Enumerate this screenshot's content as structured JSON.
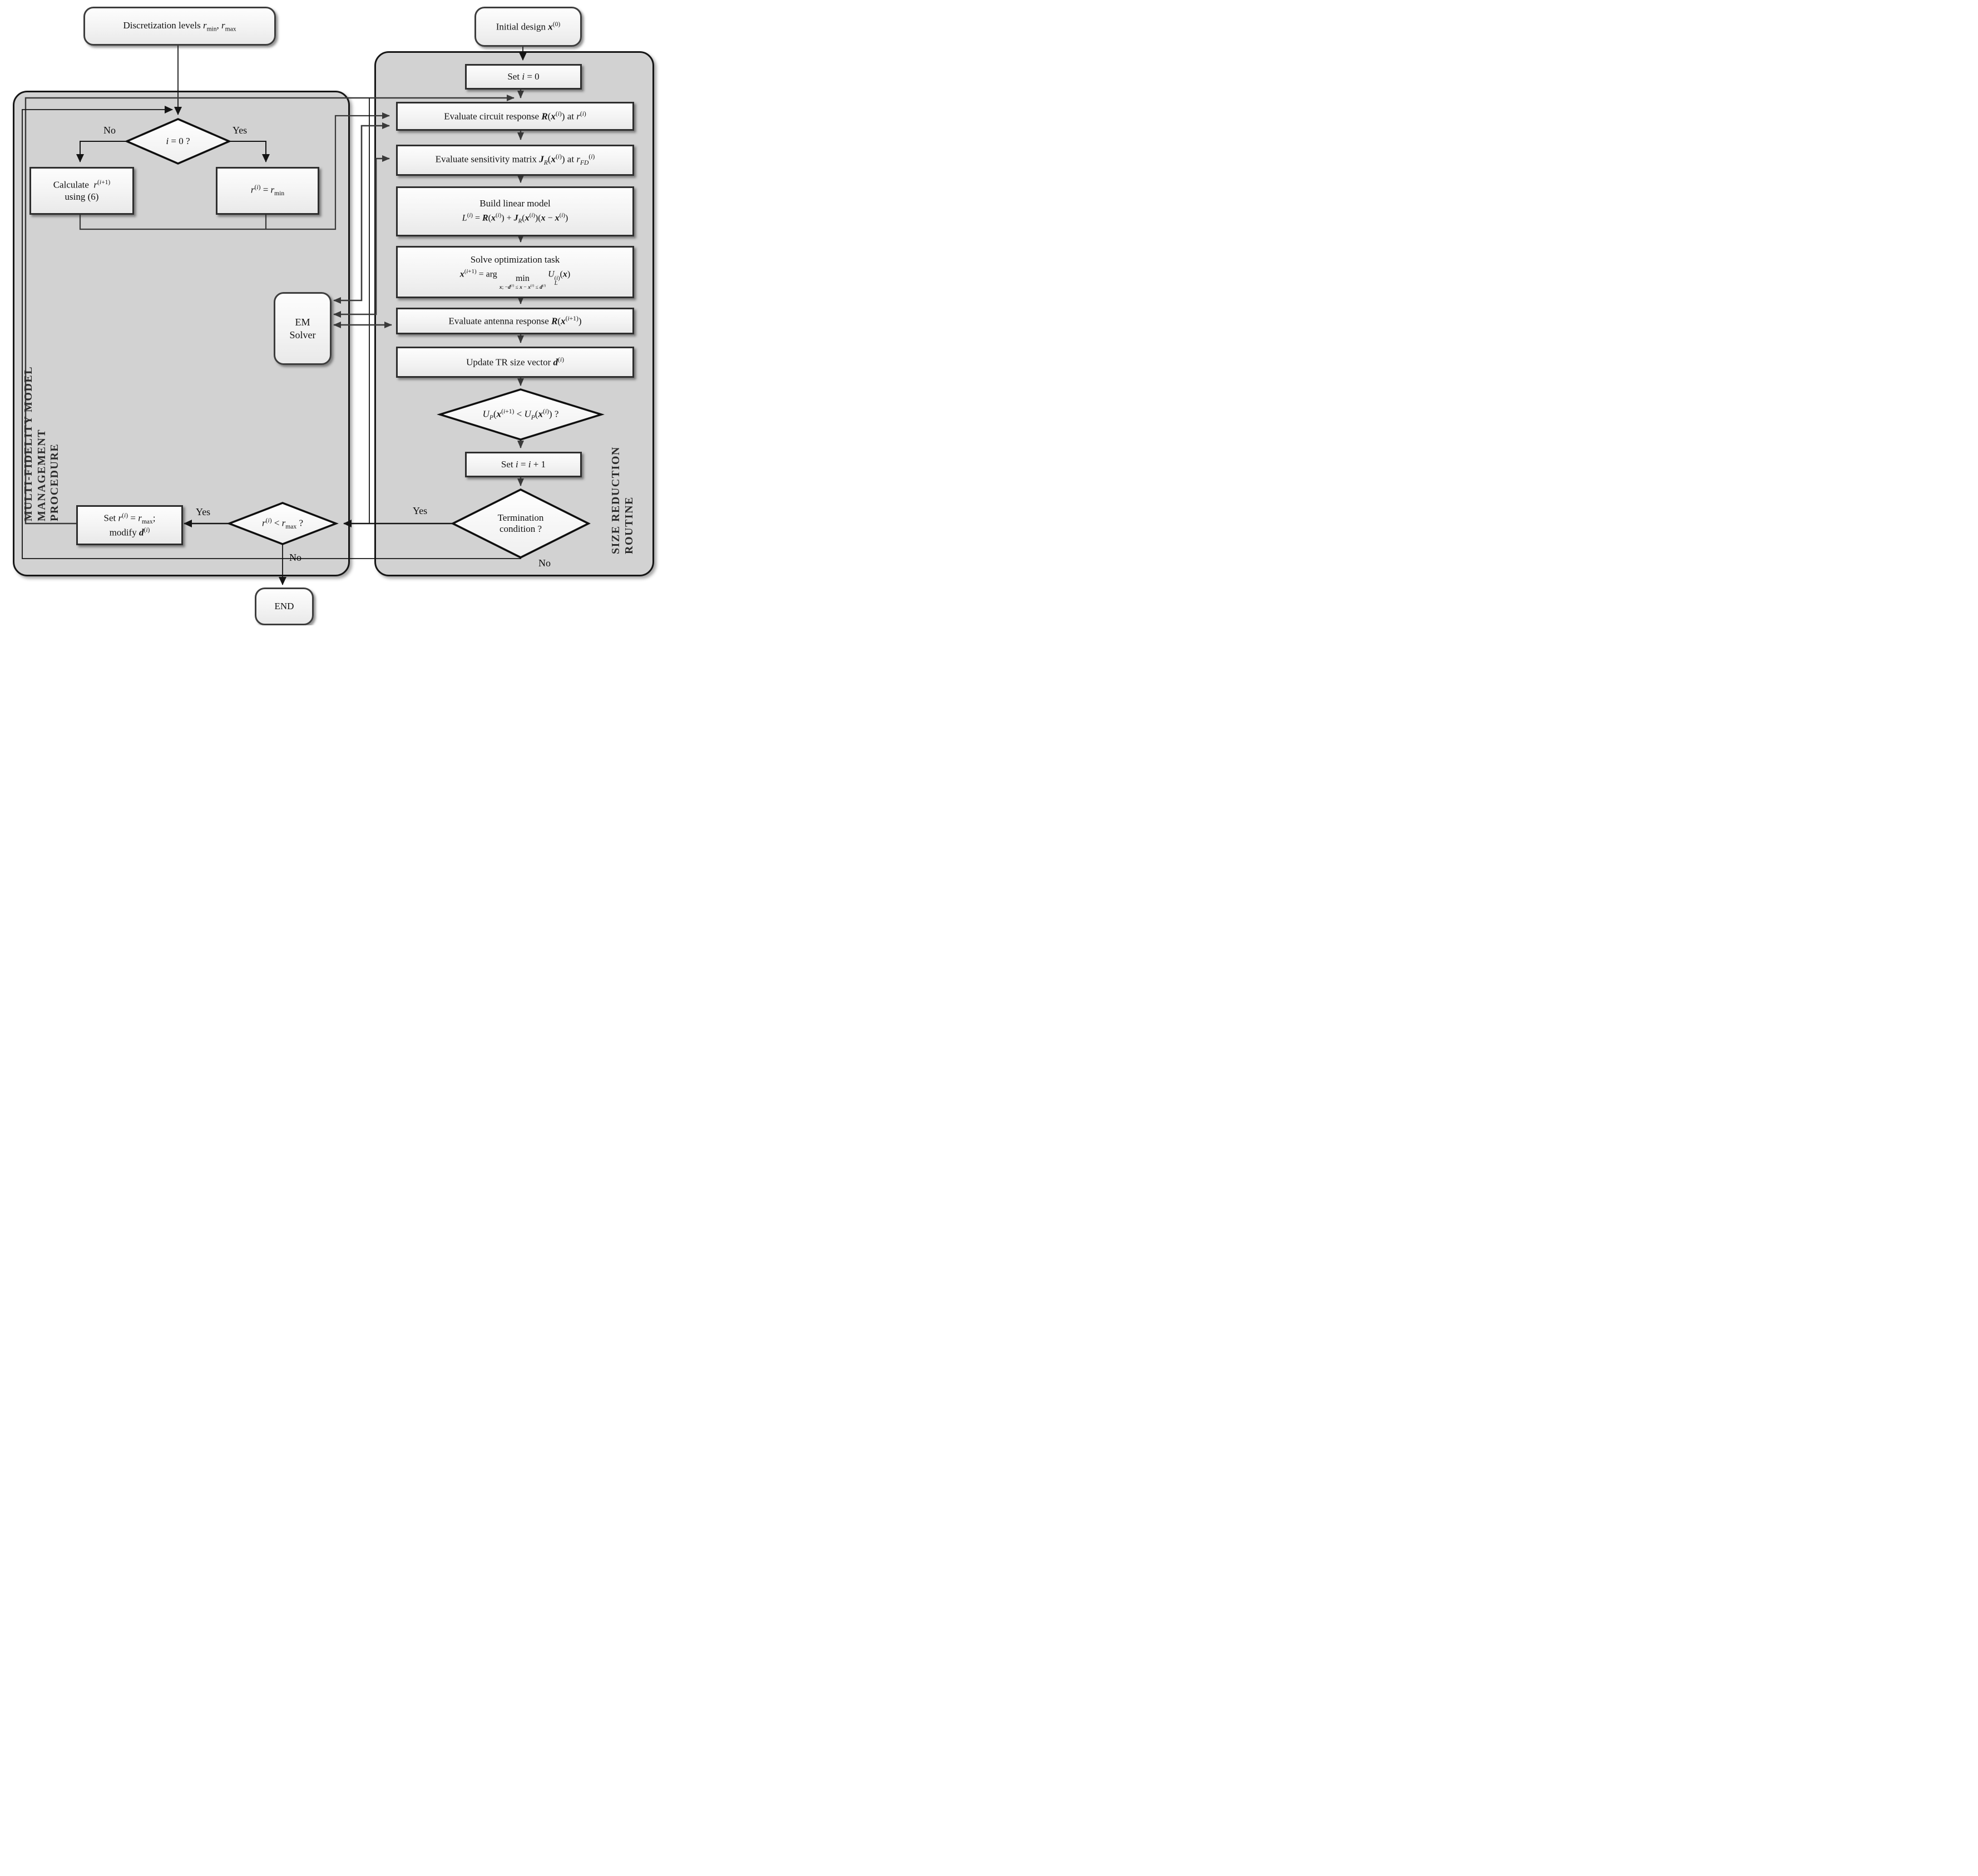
{
  "panels": {
    "left_title_line1": "MULTI-FIDELITY MODEL",
    "left_title_line2": "MANAGEMENT",
    "left_title_line3": "PROCEDURE",
    "right_title_line1": "SIZE REDUCTION",
    "right_title_line2": "ROUTINE"
  },
  "nodes": {
    "discretization": {
      "html": "Discretization levels <i>r</i><sub>min</sub>, <i>r</i><sub>max</sub>"
    },
    "initial_design": {
      "html": "Initial design <b><i>x</i></b><sup>(0)</sup>"
    },
    "set_i_zero": {
      "html": "Set <i>i</i> = 0"
    },
    "eval_circuit": {
      "html": "Evaluate circuit response <b><i>R</i></b>(<b><i>x</i></b><sup>(<i>i</i>)</sup>) at <i>r</i><sup>(<i>i</i>)</sup>"
    },
    "eval_sensitivity": {
      "html": "Evaluate sensitivity matrix <b><i>J</i></b><sub><i>R</i></sub>(<b><i>x</i></b><sup>(<i>i</i>)</sup>) at <i>r</i><sub><i>FD</i></sub><sup>(<i>i</i>)</sup>"
    },
    "build_model_title": {
      "html": "Build linear model"
    },
    "build_model_formula": {
      "html": "<i>L</i><sup>(<i>i</i>)</sup> = <b><i>R</i></b>(<b><i>x</i></b><sup>(<i>i</i>)</sup>) + <b><i>J</i></b><sub><i>R</i></sub>(<b><i>x</i></b><sup>(<i>i</i>)</sup>)(<b><i>x</i></b> − <b><i>x</i></b><sup>(<i>i</i>)</sup>)"
    },
    "solve_title": {
      "html": "Solve optimization task"
    },
    "solve_formula": {
      "html": "<b><i>x</i></b><sup>(<i>i</i>+1)</sup> = arg <span class='minstack'><span>min</span><span class='mins'><b><i>x</i></b>; −<b><i>d</i></b><sup>(<i>i</i>)</sup> ≤ <b><i>x</i></b> − <b><i>x</i></b><sup>(<i>i</i>)</sup> ≤ <b><i>d</i></b><sup>(<i>i</i>)</sup></span></span> <i>U</i><span class='supsub'><sup>(<i>i</i>)</sup><sub><i>L</i></sub></span>(<b><i>x</i></b>)"
    },
    "eval_antenna": {
      "html": "Evaluate antenna response <b><i>R</i></b>(<b><i>x</i></b><sup>(<i>i</i>+1)</sup>)"
    },
    "update_tr": {
      "html": "Update TR size vector <b><i>d</i></b><sup>(<i>i</i>)</sup>"
    },
    "up_condition": {
      "html": "<i>U</i><sub><i>P</i></sub>(<b><i>x</i></b><sup>(<i>i</i>+1)</sup> &lt; <i>U</i><sub><i>P</i></sub>(<b><i>x</i></b><sup>(<i>i</i>)</sup>) ?"
    },
    "set_i_plus": {
      "html": "Set <i>i</i> = <i>i</i> + 1"
    },
    "termination_line1": {
      "html": "Termination"
    },
    "termination_line2": {
      "html": "condition ?"
    },
    "i_zero_q": {
      "html": "<i>i</i> = 0 ?"
    },
    "calc_line1": {
      "html": "Calculate&nbsp; <i>r</i><sup>(<i>i</i>+1)</sup>"
    },
    "calc_line2": {
      "html": "using (6)"
    },
    "r_min_assign": {
      "html": "<i>r</i><sup>(<i>i</i>)</sup> = <i>r</i><sub>min</sub>"
    },
    "set_rmax_line1": {
      "html": "Set <i>r</i><sup>(<i>i</i>)</sup> = <i>r</i><sub>max</sub>;"
    },
    "set_rmax_line2": {
      "html": "modify <b><i>d</i></b><sup>(<i>i</i>)</sup>"
    },
    "r_less_rmax": {
      "html": "<i>r</i><sup>(<i>i</i>)</sup> &lt; <i>r</i><sub>max</sub> ?"
    },
    "em_solver_line1": {
      "html": "EM"
    },
    "em_solver_line2": {
      "html": "Solver"
    },
    "end": {
      "html": "END"
    }
  },
  "labels": {
    "i0_no": "No",
    "i0_yes": "Yes",
    "term_yes": "Yes",
    "term_no": "No",
    "rless_yes": "Yes",
    "rless_no": "No"
  },
  "colors": {
    "panel_fill": "#d2d2d2",
    "panel_border": "#161616",
    "box_border": "#2e2e2e",
    "wire_gray": "#3a3a3a",
    "wire_black": "#141414"
  }
}
